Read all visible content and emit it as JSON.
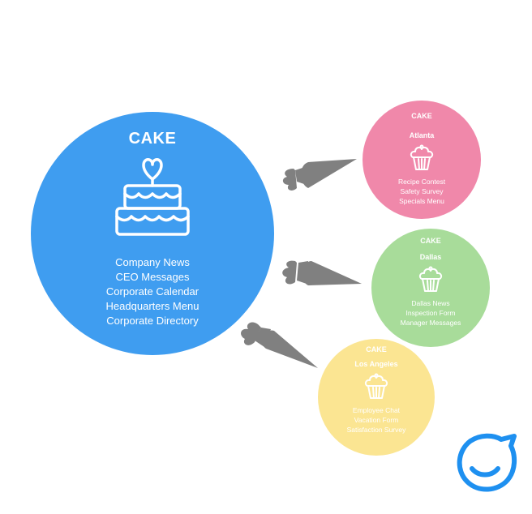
{
  "main": {
    "title": "CAKE",
    "items": [
      "Company News",
      "CEO Messages",
      "Corporate Calendar",
      "Headquarters Menu",
      "Corporate Directory"
    ],
    "icon": "layer-cake-icon",
    "color": "#3f9df0"
  },
  "atlanta": {
    "title": "CAKE",
    "subtitle": "Atlanta",
    "items": [
      "Recipe Contest",
      "Safety Survey",
      "Specials Menu"
    ],
    "icon": "cupcake-icon",
    "color": "#f088aa"
  },
  "dallas": {
    "title": "CAKE",
    "subtitle": "Dallas",
    "items": [
      "Dallas News",
      "Inspection Form",
      "Manager Messages"
    ],
    "icon": "cupcake-icon",
    "color": "#a8dc9a"
  },
  "losangeles": {
    "title": "CAKE",
    "subtitle": "Los Angeles",
    "items": [
      "Employee Chat",
      "Vacation Form",
      "Satisfaction Survey"
    ],
    "icon": "cupcake-icon",
    "color": "#fbe592"
  },
  "connectors": {
    "icon": "piping-bag-icon",
    "color": "#808080"
  },
  "brand_logo": {
    "icon": "smiley-logo-icon",
    "color": "#1e90f0"
  }
}
